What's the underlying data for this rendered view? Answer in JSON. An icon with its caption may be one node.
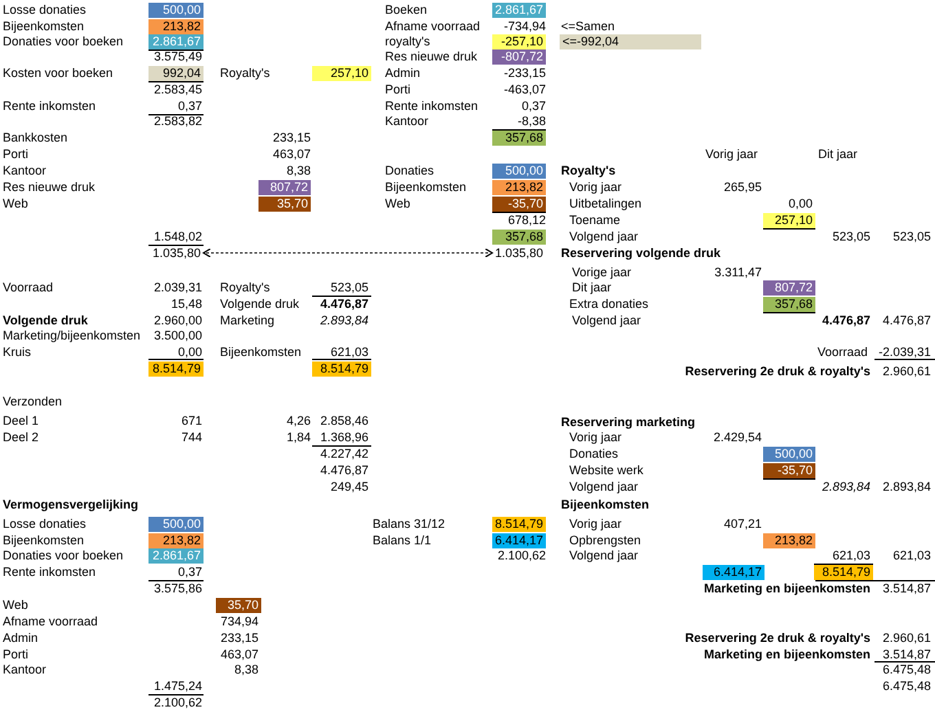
{
  "diagram": {
    "nodes": [
      {
        "text": [
          "500,00"
        ]
      },
      {
        "text": [
          "2.861,67"
        ]
      },
      {
        "text": [
          "213,82"
        ]
      },
      {
        "text": [
          "2.861,67"
        ]
      },
      {
        "text": [
          "-257,10"
        ]
      },
      {
        "text": [
          "<=-992,04"
        ]
      },
      {
        "text": [
          "-807,72"
        ]
      },
      {
        "text": [
          "992,04"
        ]
      },
      {
        "text": [
          "257,10"
        ]
      },
      {
        "text": [
          "357,68"
        ]
      },
      {
        "text": [
          "500,00"
        ]
      },
      {
        "text": [
          "807,72"
        ]
      },
      {
        "text": [
          "213,82"
        ]
      },
      {
        "text": [
          "35,70"
        ]
      },
      {
        "text": [
          "-35,70"
        ]
      },
      {
        "text": [
          "257,10"
        ]
      },
      {
        "text": [
          "357,68"
        ]
      },
      {
        "text": [
          "1.035,80"
        ]
      },
      {
        "text": [
          "1.035,80"
        ]
      },
      {
        "text": [
          "807,72"
        ]
      },
      {
        "text": [
          "357,68"
        ]
      },
      {
        "text": [
          "8.514,79"
        ]
      },
      {
        "text": [
          "8.514,79"
        ]
      },
      {
        "text": [
          "500,00"
        ]
      },
      {
        "text": [
          "-35,70"
        ]
      },
      {
        "text": [
          "500,00"
        ]
      },
      {
        "text": [
          "8.514,79"
        ]
      },
      {
        "text": [
          "213,82"
        ]
      },
      {
        "text": [
          "6.414,17"
        ]
      },
      {
        "text": [
          "213,82"
        ]
      },
      {
        "text": [
          "2.861,67"
        ]
      },
      {
        "text": [
          "6.414,17"
        ]
      },
      {
        "text": [
          "8.514,79"
        ]
      },
      {
        "text": [
          "35,70"
        ]
      }
    ],
    "edges": [
      {
        "from": 17,
        "to": 18,
        "arrow": "both",
        "style": "dashed"
      }
    ],
    "labels": [
      "Losse donaties",
      "Boeken",
      "Bijeenkomsten",
      "Afname voorraad",
      "-734,94",
      "<=Samen",
      "Donaties voor boeken",
      "royalty's",
      "3.575,49",
      "Res nieuwe druk",
      "Kosten voor boeken",
      "Royalty's",
      "Admin",
      "-233,15",
      "2.583,45",
      "Porti",
      "-463,07",
      "Rente inkomsten",
      "0,37",
      "Rente inkomsten",
      "0,37",
      "2.583,82",
      "Kantoor",
      "-8,38",
      "Bankkosten",
      "233,15",
      "Porti",
      "463,07",
      "Vorig jaar",
      "Dit jaar",
      "Kantoor",
      "8,38",
      "Donaties",
      "Royalty's",
      "Res nieuwe druk",
      "Bijeenkomsten",
      "Vorig jaar",
      "265,95",
      "Web",
      "Web",
      "Uitbetalingen",
      "0,00",
      "678,12",
      "Toename",
      "1.548,02",
      "Volgend jaar",
      "523,05",
      "523,05",
      "Reservering volgende druk",
      "Vorige jaar",
      "3.311,47",
      "Voorraad",
      "2.039,31",
      "Royalty's",
      "523,05",
      "Dit jaar",
      "15,48",
      "Volgende druk",
      "4.476,87",
      "Extra donaties",
      "Volgende druk",
      "2.960,00",
      "Marketing",
      "2.893,84",
      "Volgend jaar",
      "4.476,87",
      "4.476,87",
      "Marketing/bijeenkomsten",
      "3.500,00",
      "Kruis",
      "0,00",
      "Bijeenkomsten",
      "621,03",
      "Voorraad",
      "-2.039,31",
      "Reservering 2e druk & royalty's",
      "2.960,61",
      "Verzonden",
      "Deel 1",
      "671",
      "4,26",
      "2.858,46",
      "Reservering marketing",
      "Deel 2",
      "744",
      "1,84",
      "1.368,96",
      "Vorig jaar",
      "2.429,54",
      "4.227,42",
      "Donaties",
      "4.476,87",
      "Website werk",
      "249,45",
      "Volgend jaar",
      "2.893,84",
      "2.893,84",
      "Vermogensvergelijking",
      "Bijeenkomsten",
      "Losse donaties",
      "Balans 31/12",
      "Vorig jaar",
      "407,21",
      "Bijeenkomsten",
      "Balans 1/1",
      "Opbrengsten",
      "Donaties voor boeken",
      "2.100,62",
      "Volgend jaar",
      "621,03",
      "621,03",
      "Rente inkomsten",
      "0,37",
      "3.575,86",
      "Marketing en bijeenkomsten",
      "3.514,87",
      "Web",
      "Afname voorraad",
      "734,94",
      "Admin",
      "233,15",
      "Reservering 2e druk & royalty's",
      "2.960,61",
      "Porti",
      "463,07",
      "Marketing en bijeenkomsten",
      "3.514,87",
      "Kantoor",
      "8,38",
      "6.475,48",
      "1.475,24",
      "6.475,48",
      "2.100,62"
    ]
  }
}
